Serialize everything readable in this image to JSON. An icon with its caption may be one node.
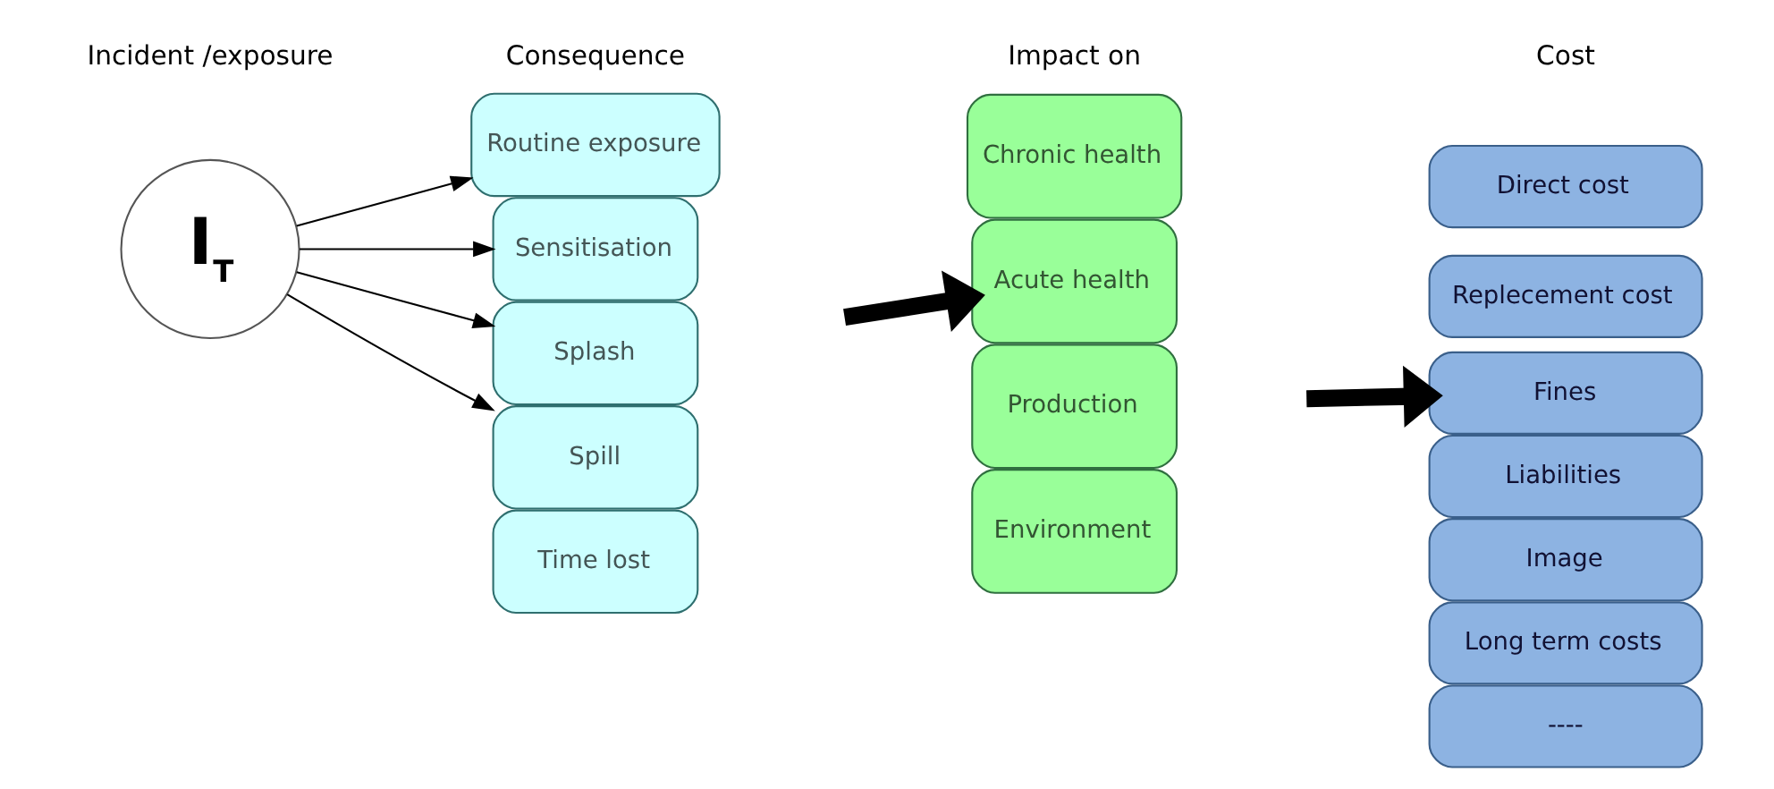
{
  "diagram": {
    "nodes": [
      {
        "text": [
          "I$_{T}$"
        ]
      },
      {
        "text": [
          "Routine exposure"
        ]
      },
      {
        "text": [
          "Sensitisation"
        ]
      },
      {
        "text": [
          "Splash"
        ]
      },
      {
        "text": [
          "Spill"
        ]
      },
      {
        "text": [
          "Time lost"
        ]
      },
      {
        "text": [
          "Chronic health"
        ]
      },
      {
        "text": [
          "Acute health"
        ]
      },
      {
        "text": [
          "Production"
        ]
      },
      {
        "text": [
          "Environment"
        ]
      },
      {
        "text": [
          "Direct cost"
        ]
      },
      {
        "text": [
          "Replecement cost"
        ]
      },
      {
        "text": [
          "Fines"
        ]
      },
      {
        "text": [
          "Liabilities"
        ]
      },
      {
        "text": [
          "Image"
        ]
      },
      {
        "text": [
          "Long term costs"
        ]
      },
      {
        "text": [
          "----"
        ]
      }
    ],
    "edges": [
      {
        "from": 0,
        "to": 1,
        "arrow": "to"
      },
      {
        "from": 0,
        "to": 2,
        "arrow": "to"
      },
      {
        "from": 0,
        "to": 3,
        "arrow": "to"
      },
      {
        "from": 0,
        "to": 4,
        "arrow": "to"
      },
      {
        "from": null,
        "to": 7,
        "arrow": "to",
        "style": "thick"
      },
      {
        "from": null,
        "to": 12,
        "arrow": "to",
        "style": "thick"
      }
    ],
    "labels": [
      "Incident /exposure",
      "Consequence",
      "Impact on",
      "Cost"
    ]
  }
}
